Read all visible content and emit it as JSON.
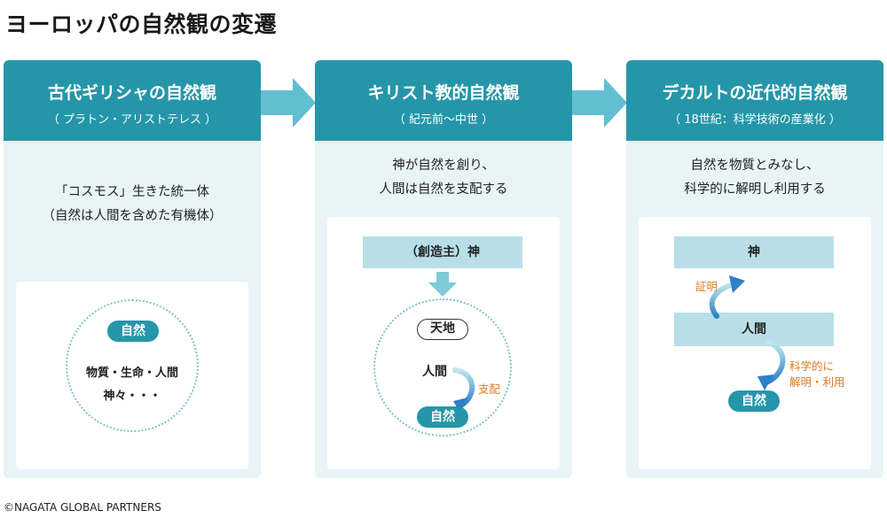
{
  "page": {
    "title": "ヨーロッパの自然観の変遷",
    "copyright": "©NAGATA GLOBAL PARTNERS"
  },
  "colors": {
    "header": "#2596a9",
    "panel": "#e8f4f6",
    "bar": "#b8dfe7",
    "arrow": "#62bfd0",
    "accent_orange": "#e07b20"
  },
  "columns": [
    {
      "title": "古代ギリシャの自然観",
      "subtitle": "（ プラトン・アリストテレス ）",
      "desc_lines": [
        "「コスモス」生きた統一体",
        "（自然は人間を含めた有機体）"
      ],
      "diagram": {
        "center_label": "自然",
        "content_lines": [
          "物質・生命・人間",
          "神々・・・"
        ]
      }
    },
    {
      "title": "キリスト教的自然観",
      "subtitle": "（ 紀元前〜中世 ）",
      "desc_lines": [
        "神が自然を創り、",
        "人間は自然を支配する"
      ],
      "diagram": {
        "top_bar": "（創造主）神",
        "heaven_earth": "天地",
        "human": "人間",
        "nature": "自然",
        "relation": "支配"
      }
    },
    {
      "title": "デカルトの近代的自然観",
      "subtitle": "（ 18世紀：科学技術の産業化 ）",
      "desc_lines": [
        "自然を物質とみなし、",
        "科学的に解明し利用する"
      ],
      "diagram": {
        "top_bar": "神",
        "middle_bar": "人間",
        "nature": "自然",
        "up_relation": "証明",
        "down_relation_lines": [
          "科学的に",
          "解明・利用"
        ]
      }
    }
  ]
}
